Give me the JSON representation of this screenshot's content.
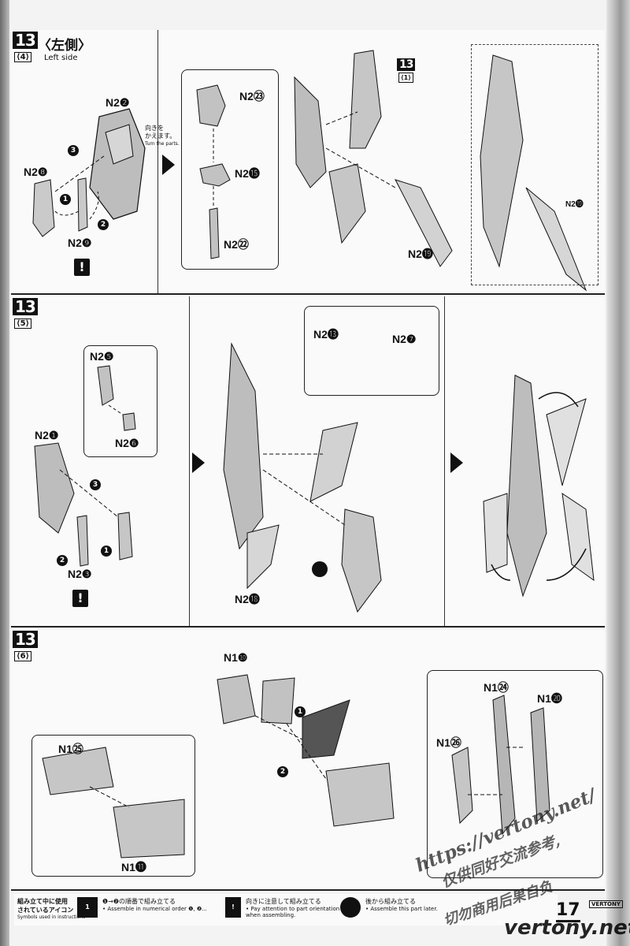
{
  "steps": [
    {
      "step": "13",
      "sub": "⟨4⟩",
      "title_jp": "〈左側〉",
      "title_en": "Left side",
      "turn_jp": "向きを\nかえます。",
      "turn_en": "Turn the parts.",
      "labels": {
        "a": "N2❷",
        "b": "N2❽",
        "c": "N2❾",
        "d": "N2㉓",
        "e": "N2⓯",
        "f": "N2㉒",
        "g": "N2⓳",
        "h": "N2⓳"
      },
      "ref": "13",
      "ref_sub": "⟨1⟩"
    },
    {
      "step": "13",
      "sub": "⟨5⟩",
      "labels": {
        "a": "N2❺",
        "b": "N2❻",
        "c": "N2❶",
        "d": "N2❸",
        "e": "N2⓭",
        "f": "N2❼",
        "g": "N2⓲"
      }
    },
    {
      "step": "13",
      "sub": "⟨6⟩",
      "labels": {
        "a": "N1❿",
        "b": "N1㉕",
        "c": "N1⓫",
        "d": "N1㉔",
        "e": "N1⓴",
        "f": "N1㉖"
      }
    }
  ],
  "badges": {
    "one": "1",
    "two": "2",
    "three": "3"
  },
  "exclamation": "!",
  "legend": {
    "intro_jp": "組み立て中に使用\nされているアイコン",
    "intro_en": "Symbols used in instructions",
    "item1_icon": "1",
    "item1_jp": "❶→❷の順番で組み立てる",
    "item1_en": "• Assemble in numerical order ❶, ❷...",
    "item2_icon": "!",
    "item2_jp": "向きに注意して組み立てる",
    "item2_en": "• Pay attention to part orientation\nwhen assembling.",
    "item3_jp": "後から組み立てる",
    "item3_en": "• Assemble this part later."
  },
  "page_number": "17",
  "brand_tag": "VERTONY",
  "watermarks": {
    "url": "https://vertony.net/",
    "line1": "仅供同好交流参考,",
    "line2": "切勿商用后果自负",
    "site": "vertony.net"
  }
}
